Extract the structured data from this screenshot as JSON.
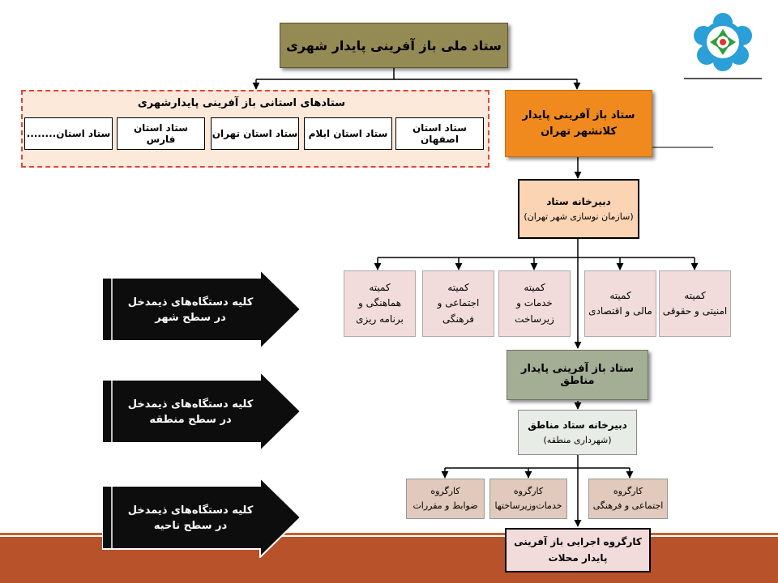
{
  "national": "ستاد ملی باز آفرینی پایدار شهری",
  "provincial": {
    "title": "ستادهای استانی باز آفرینی پایدارشهری",
    "items": [
      "ستاد استان اصفهان",
      "ستاد استان ایلام",
      "ستاد استان تهران",
      "ستاد استان فارس",
      "ستاد استان........"
    ]
  },
  "metro": {
    "line1": "ستاد باز آفرینی پایدار",
    "line2": "کلانشهر تهران"
  },
  "secretariat": {
    "title": "دبیرخانه ستاد",
    "subtitle": "(سازمان نوسازی شهر تهران)"
  },
  "committees": [
    {
      "lines": [
        "کمیته",
        "امنیتی و حقوقی"
      ]
    },
    {
      "lines": [
        "کمیته",
        "مالی و اقتصادی"
      ]
    },
    {
      "lines": [
        "کمیته",
        "خدمات و",
        "زیرساخت"
      ]
    },
    {
      "lines": [
        "کمیته",
        "اجتماعی و",
        "فرهنگی"
      ]
    },
    {
      "lines": [
        "کمیته",
        "هماهنگی و",
        "برنامه ریزی"
      ]
    }
  ],
  "regions": "ستاد باز آفرینی پایدار مناطق",
  "region_secretariat": {
    "title": "دبیرخانه ستاد مناطق",
    "subtitle": "(شهرداری منطقه)"
  },
  "workgroups": [
    {
      "lines": [
        "کارگروه",
        "اجتماعی و فرهنگی"
      ]
    },
    {
      "lines": [
        "کارگروه",
        "خدمات‌وزیرساختها"
      ]
    },
    {
      "lines": [
        "کارگروه",
        "ضوابط و مقررات"
      ]
    }
  ],
  "local": {
    "line1": "کارگروه اجرایی باز آفرینی",
    "line2": "پایدار محلات"
  },
  "arrows": [
    {
      "line1": "کلیه دستگاه‌های ذیمدخل",
      "line2": "در سطح شهر"
    },
    {
      "line1": "کلیه دستگاه‌های ذیمدخل",
      "line2": "در سطح منطقه"
    },
    {
      "line1": "کلیه دستگاه‌های ذیمدخل",
      "line2": "در سطح ناحیه"
    }
  ],
  "colors": {
    "national_fill": "#948a54",
    "provincial_fill": "#fde9d9",
    "provincial_border": "#e0463a",
    "metro_fill": "#f08a1e",
    "secretariat_fill": "#fbd4b4",
    "committee_fill": "#f2dcdb",
    "regions_fill": "#a3ae95",
    "region_secretariat_fill": "#e8ece6",
    "workgroup_fill": "#e1c9bb",
    "local_fill": "#f2dcdb",
    "arrow_fill": "#0d0d0d",
    "bottom_bar": "#b8522a"
  },
  "logo": "organization-logo"
}
